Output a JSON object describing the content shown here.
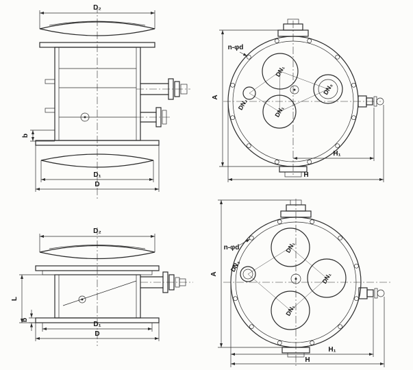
{
  "canvas": {
    "background": "#fcfcfa",
    "line_color": "#2b2b2b"
  },
  "views": {
    "elevation_top": {
      "dims": {
        "d2": "D₂",
        "b": "b",
        "d1": "D₁",
        "d": "D"
      }
    },
    "plan_top": {
      "bolt_note": "n-φd",
      "dims": {
        "a": "A",
        "h1": "H₁",
        "h": "H"
      },
      "nozzles": {
        "dn1_upper": "DN₁",
        "dn2": "DN₂",
        "dn3": "DN₃",
        "dn1_lower": "DN₁"
      }
    },
    "elevation_bottom": {
      "dims": {
        "d2": "D₂",
        "l": "L",
        "b": "b",
        "d1": "D₁",
        "d": "D"
      }
    },
    "plan_bottom": {
      "bolt_note": "n-φd",
      "dims": {
        "a": "A",
        "h1": "H₁",
        "h": "H"
      },
      "nozzles": {
        "dn1_top": "DN₁",
        "dn3": "DN₃",
        "dn1_right": "DN₁",
        "dn1_bottom": "DN₁"
      }
    }
  }
}
